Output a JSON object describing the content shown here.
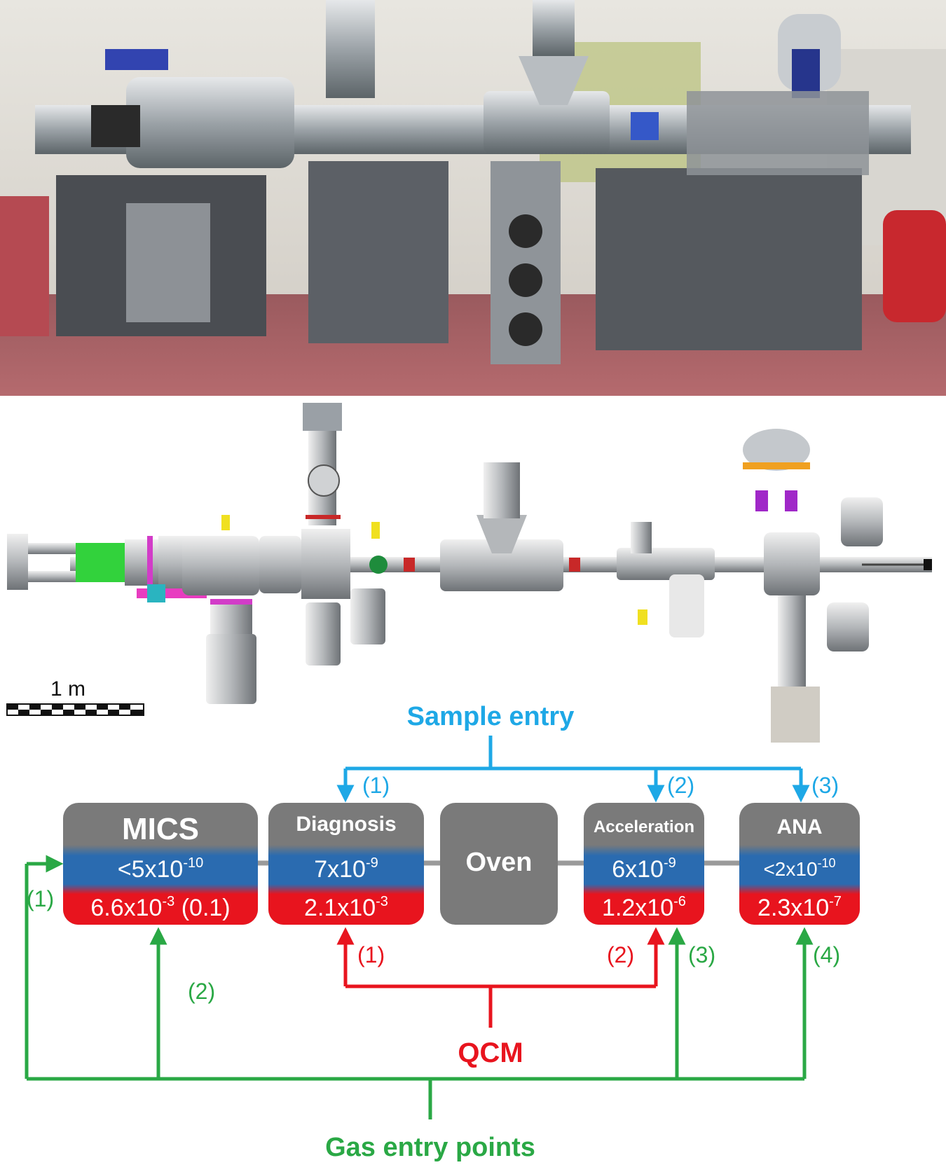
{
  "scale_bar": {
    "label": "1 m"
  },
  "sample_entry": {
    "label": "Sample entry",
    "color": "#1ea8e6",
    "points": [
      "(1)",
      "(2)",
      "(3)"
    ]
  },
  "qcm": {
    "label": "QCM",
    "color": "#e8141e",
    "points": [
      "(1)",
      "(2)"
    ]
  },
  "gas_entry": {
    "label": "Gas entry points",
    "color": "#2aa845",
    "points": [
      "(1)",
      "(2)",
      "(3)",
      "(4)"
    ]
  },
  "chambers": [
    {
      "name": "MICS",
      "top_base": "<5x10",
      "top_exp": "-10",
      "bottom_base": "6.6x10",
      "bottom_exp": "-3",
      "bottom_suffix": " (0.1)"
    },
    {
      "name": "Diagnosis",
      "top_base": "7x10",
      "top_exp": "-9",
      "bottom_base": "2.1x10",
      "bottom_exp": "-3",
      "bottom_suffix": ""
    },
    {
      "name": "Oven"
    },
    {
      "name": "Acceleration",
      "top_base": "6x10",
      "top_exp": "-9",
      "bottom_base": "1.2x10",
      "bottom_exp": "-6",
      "bottom_suffix": ""
    },
    {
      "name": "ANA",
      "top_base": "<2x10",
      "top_exp": "-10",
      "bottom_base": "2.3x10",
      "bottom_exp": "-7",
      "bottom_suffix": ""
    }
  ],
  "colors": {
    "box_gray": "#7a7a7a",
    "pressure_blue": "#2a6bb0",
    "pressure_red": "#e8141e",
    "connector": "#9a9a9a"
  }
}
